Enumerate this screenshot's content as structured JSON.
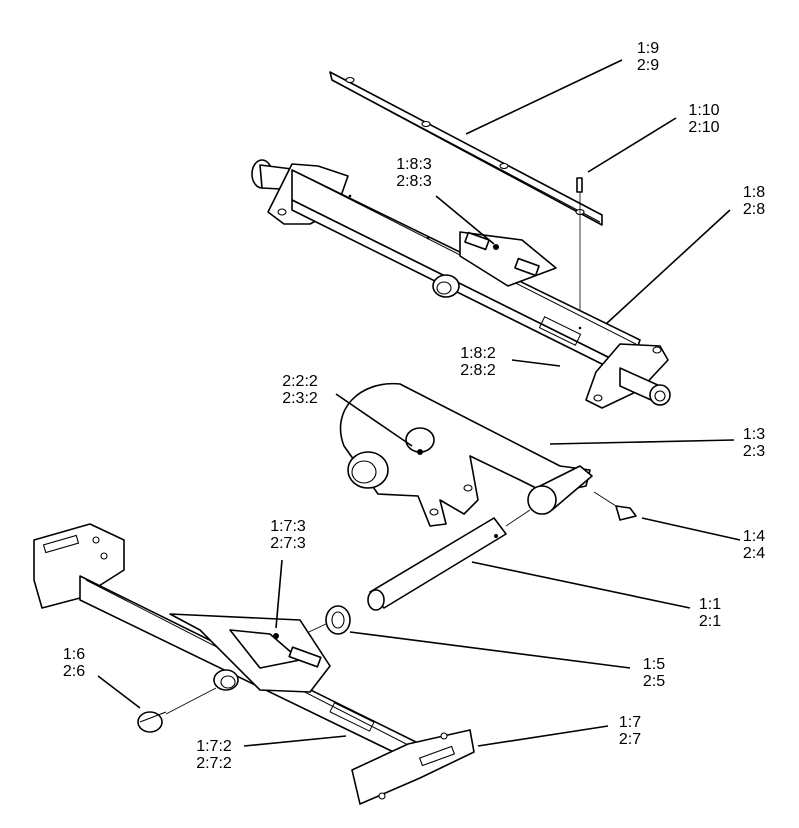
{
  "callouts": {
    "c_1_9": {
      "line1": "1:9",
      "line2": "2:9"
    },
    "c_1_10": {
      "line1": "1:10",
      "line2": "2:10"
    },
    "c_1_8_3": {
      "line1": "1:8:3",
      "line2": "2:8:3"
    },
    "c_1_8": {
      "line1": "1:8",
      "line2": "2:8"
    },
    "c_1_8_2": {
      "line1": "1:8:2",
      "line2": "2:8:2"
    },
    "c_2_2_2": {
      "line1": "2:2:2",
      "line2": "2:3:2"
    },
    "c_1_3": {
      "line1": "1:3",
      "line2": "2:3"
    },
    "c_1_4": {
      "line1": "1:4",
      "line2": "2:4"
    },
    "c_1_7_3": {
      "line1": "1:7:3",
      "line2": "2:7:3"
    },
    "c_1_1": {
      "line1": "1:1",
      "line2": "2:1"
    },
    "c_1_6": {
      "line1": "1:6",
      "line2": "2:6"
    },
    "c_1_5": {
      "line1": "1:5",
      "line2": "2:5"
    },
    "c_1_7_2": {
      "line1": "1:7:2",
      "line2": "2:7:2"
    },
    "c_1_7": {
      "line1": "1:7",
      "line2": "2:7"
    }
  }
}
